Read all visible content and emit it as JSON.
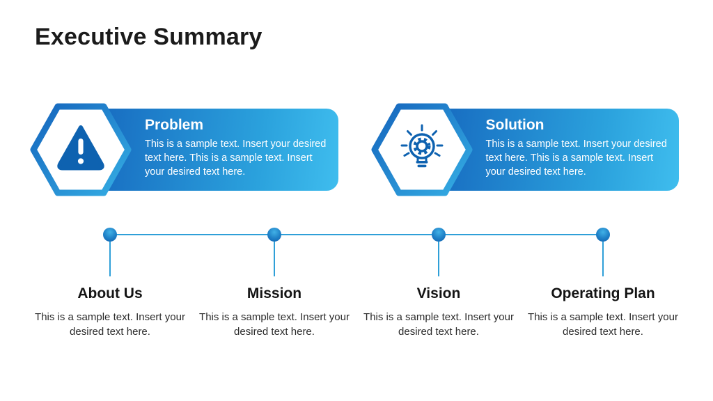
{
  "slide": {
    "title": "Executive Summary",
    "cards": [
      {
        "title": "Problem",
        "icon": "warning-icon",
        "body": "This is a sample text. Insert your desired text here. This is a sample text. Insert your desired text here."
      },
      {
        "title": "Solution",
        "icon": "lightbulb-gear-icon",
        "body": "This is a sample text. Insert your desired text here. This is a sample text. Insert your desired text here."
      }
    ],
    "timeline": [
      {
        "label": "About Us",
        "body": "This is a sample text. Insert your desired text here."
      },
      {
        "label": "Mission",
        "body": "This is a sample text. Insert your desired text here."
      },
      {
        "label": "Vision",
        "body": "This is a sample text. Insert your desired text here."
      },
      {
        "label": "Operating Plan",
        "body": "This is a sample text. Insert your desired text here."
      }
    ],
    "colors": {
      "accent_dark": "#1565bd",
      "accent_light": "#3fbdee",
      "line_blue": "#2f9fd8",
      "icon_blue": "#0e62b0"
    }
  }
}
